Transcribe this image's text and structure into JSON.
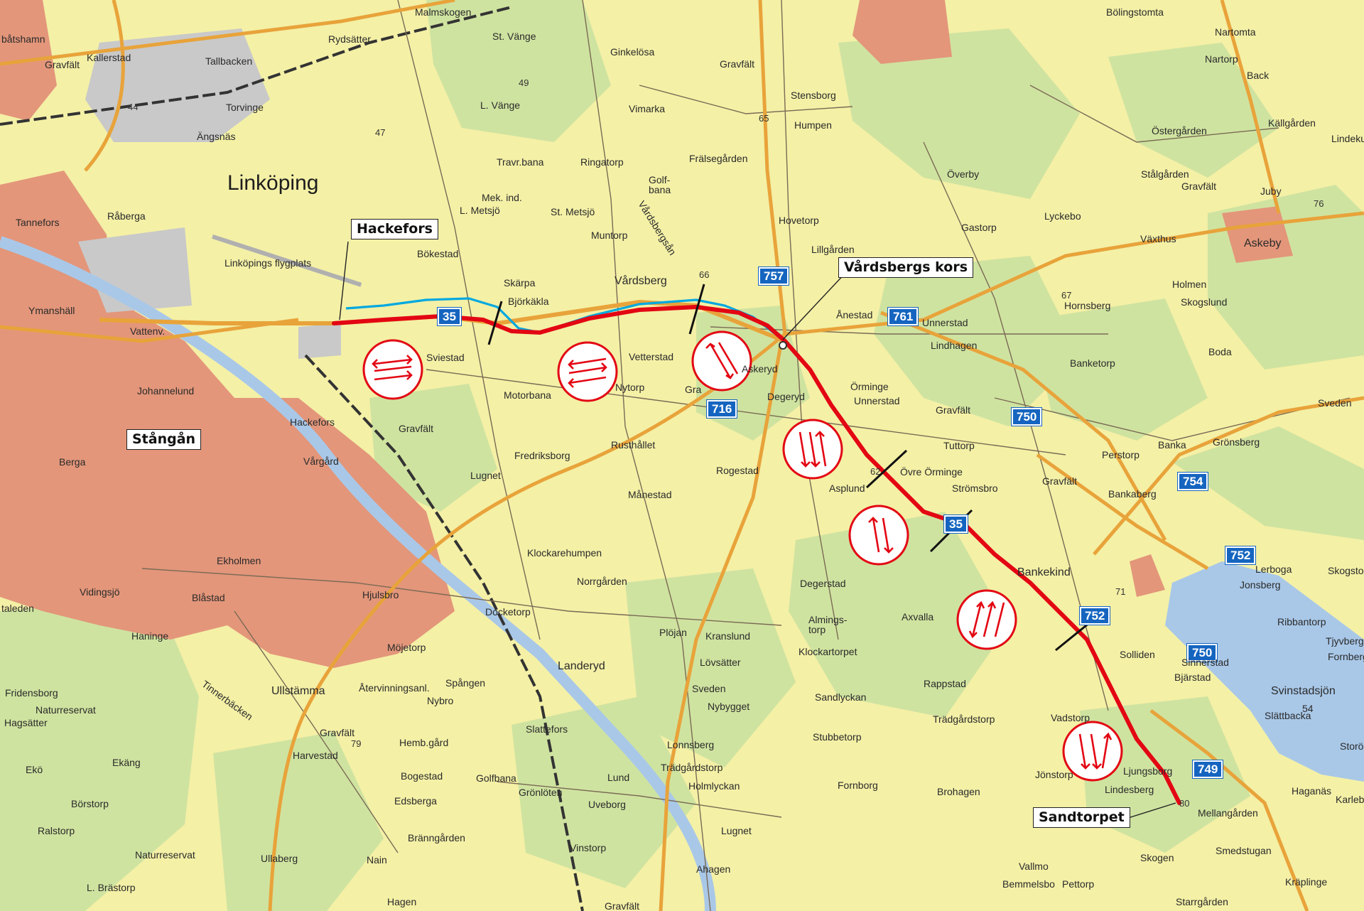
{
  "callouts": {
    "hackefors": "Hackefors",
    "vardsbergs_kors": "Vårdsbergs kors",
    "sandtorpet": "Sandtorpet"
  },
  "labels": {
    "linkoping": "Linköping",
    "stangan": "Stångån",
    "linkopings_flygplats": "Linköpings flygplats",
    "malmskogen": "Malmskogen",
    "rydsatter": "Rydsätter",
    "st_vange": "St. Vänge",
    "ginkelosa": "Ginkelösa",
    "l_vange": "L. Vänge",
    "vimarka": "Vimarka",
    "gravfalt_top": "Gravfält",
    "stensborg": "Stensborg",
    "humpen": "Humpen",
    "fralsegarden": "Frälsegården",
    "travrbana": "Travr.bana",
    "ringatorp": "Ringatorp",
    "golfbana": "Golf-\nbana",
    "mek_ind": "Mek. ind.",
    "l_metsjo": "L. Metsjö",
    "st_metsjo": "St. Metsjö",
    "muntorp": "Muntorp",
    "vardsbergsan": "Vårdsbergsån",
    "hovetorp": "Hovetorp",
    "lillgarden": "Lillgården",
    "bokestad": "Bökestad",
    "skarpa": "Skärpa",
    "bjorkakla": "Björkäkla",
    "vardsberg": "Vårdsberg",
    "sviestad": "Sviestad",
    "vetterstad": "Vetterstad",
    "nytorp": "Nytorp",
    "motorbana": "Motorbana",
    "askeryd": "Askeryd",
    "degeryd": "Degeryd",
    "gra": "Gra",
    "rusthallet": "Rusthållet",
    "rogestad": "Rogestad",
    "fredriksborg": "Fredriksborg",
    "lugnet": "Lugnet",
    "manestad": "Månestad",
    "klockarehumpen": "Klockarehumpen",
    "norrgarden": "Norrgården",
    "docketorp": "Docketorp",
    "plojan": "Plöjan",
    "kranslund": "Kranslund",
    "lovsatter": "Lövsätter",
    "sveden": "Sveden",
    "nybygget": "Nybygget",
    "landeryd": "Landeryd",
    "slattefors": "Slattefors",
    "lonnsberg": "Lonnsberg",
    "tradgardstorp1": "Trädgårdstorp",
    "holmlyckan": "Holmlyckan",
    "lund": "Lund",
    "uveborg": "Uveborg",
    "gronloten": "Grönlöten",
    "golfbana2": "Golfbana",
    "bogestad": "Bogestad",
    "edsberga": "Edsberga",
    "hembgard": "Hemb.gård",
    "harvestad": "Harvestad",
    "gravfalt_sw": "Gravfält",
    "ullstamma": "Ullstämma",
    "atervinning": "Återvinningsanl.",
    "nybro": "Nybro",
    "spangen": "Spången",
    "mojetorp": "Möjetorp",
    "tinnerbacken": "Tinnerbäcken",
    "branngarden": "Bränngården",
    "vinstorp": "Vinstorp",
    "ahagen": "Ahagen",
    "ullaberg": "Ullaberg",
    "nain": "Nain",
    "hagen": "Hagen",
    "gravfalt_bottom": "Gravfält",
    "lugnet2": "Lugnet",
    "fornborg": "Fornborg",
    "stubbetorp": "Stubbetorp",
    "sandlyckan": "Sandlyckan",
    "klockartorpet": "Klockartorpet",
    "almingstorp": "Almings-\ntorp",
    "axvalla": "Axvalla",
    "degerstad": "Degerstad",
    "asplund": "Asplund",
    "rappstad": "Rappstad",
    "tradgardstorp2": "Trädgårdstorp",
    "brohagen": "Brohagen",
    "jonstorp": "Jönstorp",
    "vadstorp": "Vadstorp",
    "ljungsborg": "Ljungsborg",
    "lindesberg": "Lindesberg",
    "mellangarden": "Mellangården",
    "smedstugan": "Smedstugan",
    "skogen": "Skogen",
    "vallmo": "Vallmo",
    "bemmelsbo": "Bemmelsbo",
    "pettorp": "Pettorp",
    "starrgarden": "Starrgården",
    "kraplinge": "Kräplinge",
    "haganas": "Haganäs",
    "karlebo": "Karlebo",
    "storo": "Storö",
    "slattbacka": "Slättbacka",
    "svinstadsjon": "Svinstadsjön",
    "lake_depth": "54",
    "sinnerstad": "Sinnerstad",
    "bjarstad": "Bjärstad",
    "solliden": "Solliden",
    "bankekind": "Bankekind",
    "tyjvberget": "Tjyvberget",
    "fornberg": "Fornberg",
    "ribbantorp": "Ribbantorp",
    "lerboga": "Lerboga",
    "jonsberg": "Jonsberg",
    "skogstorp": "Skogsto",
    "bankaberg": "Bankaberg",
    "banka": "Banka",
    "gronsberg": "Grönsberg",
    "perstorp": "Perstorp",
    "gravfalt_e": "Gravfält",
    "stromsbro": "Strömsbro",
    "ovre_orminge": "Övre Örminge",
    "tuttorp": "Tuttorp",
    "gravfalt_e2": "Gravfält",
    "unnerstad": "Unnerstad",
    "orminge": "Örminge",
    "lindhagen": "Lindhagen",
    "unnerstad2": "Unnerstad",
    "anestad": "Ånestad",
    "gastorp": "Gastorp",
    "lyckebo": "Lyckebo",
    "overby": "Överby",
    "hornsberg": "Hornsberg",
    "banketorp": "Banketorp",
    "boda": "Boda",
    "sveden2": "Sveden",
    "holmen": "Holmen",
    "skogslund": "Skogslund",
    "vaxthus": "Växthus",
    "askeby": "Askeby",
    "juby": "Juby",
    "lindekulla": "Lindekul",
    "kallgarden": "Källgården",
    "ostergarden": "Östergården",
    "stalgarden": "Stålgården",
    "gravfalt_ne": "Gravfält",
    "back": "Back",
    "nartorp": "Nartorp",
    "nartomta": "Nartomta",
    "bolingstomta": "Bölingstomta",
    "kallerstad": "Kallerstad",
    "tallbacken": "Tallbacken",
    "torvinge": "Torvinge",
    "angsnas": "Ängsnäs",
    "gravfalt_nw": "Gravfält",
    "batshamn": "båtshamn",
    "raberga": "Råberga",
    "tannefors": "Tannefors",
    "vattenv": "Vattenv.",
    "johannelund": "Johannelund",
    "hackefors_local": "Hackefors",
    "gravfalt_c": "Gravfält",
    "vargard": "Vårgård",
    "berga": "Berga",
    "ekholmen": "Ekholmen",
    "vidingsjo": "Vidingsjö",
    "blastad": "Blåstad",
    "hjulsbro": "Hjulsbro",
    "haninge": "Haninge",
    "fridensborg": "Fridensborg",
    "naturreservat1": "Naturreservat",
    "hagsatter": "Hagsätter",
    "eko": "Ekö",
    "ekang": "Ekäng",
    "borstorp": "Börstorp",
    "ralstorp": "Ralstorp",
    "naturreservat2": "Naturreservat",
    "brastorp": "L. Brästorp",
    "taleden": "taleden",
    "ymanshall": "Ymanshäll"
  },
  "road_numbers": {
    "r35_west": "35",
    "r716": "716",
    "r757": "757",
    "r761": "761",
    "r750_n": "750",
    "r35_mid": "35",
    "r754": "754",
    "r752_e": "752",
    "r752_s": "752",
    "r750_s": "750",
    "r749": "749"
  },
  "elevations": [
    "44",
    "47",
    "49",
    "65",
    "66",
    "67",
    "62",
    "71",
    "76",
    "79",
    "80"
  ],
  "colors": {
    "new_road": "#00a8e0",
    "existing_road_marked": "#e30613",
    "symbol_red": "#e30613",
    "land": "#f4f0a6",
    "forest": "#cfe3a0",
    "urban": "#e3967a",
    "water": "#a9c8e8",
    "main_road": "#e8a33a",
    "shield": "#1565c0"
  },
  "icons": [
    "overtaking-lane-symbol-2plus1",
    "road-shield"
  ]
}
